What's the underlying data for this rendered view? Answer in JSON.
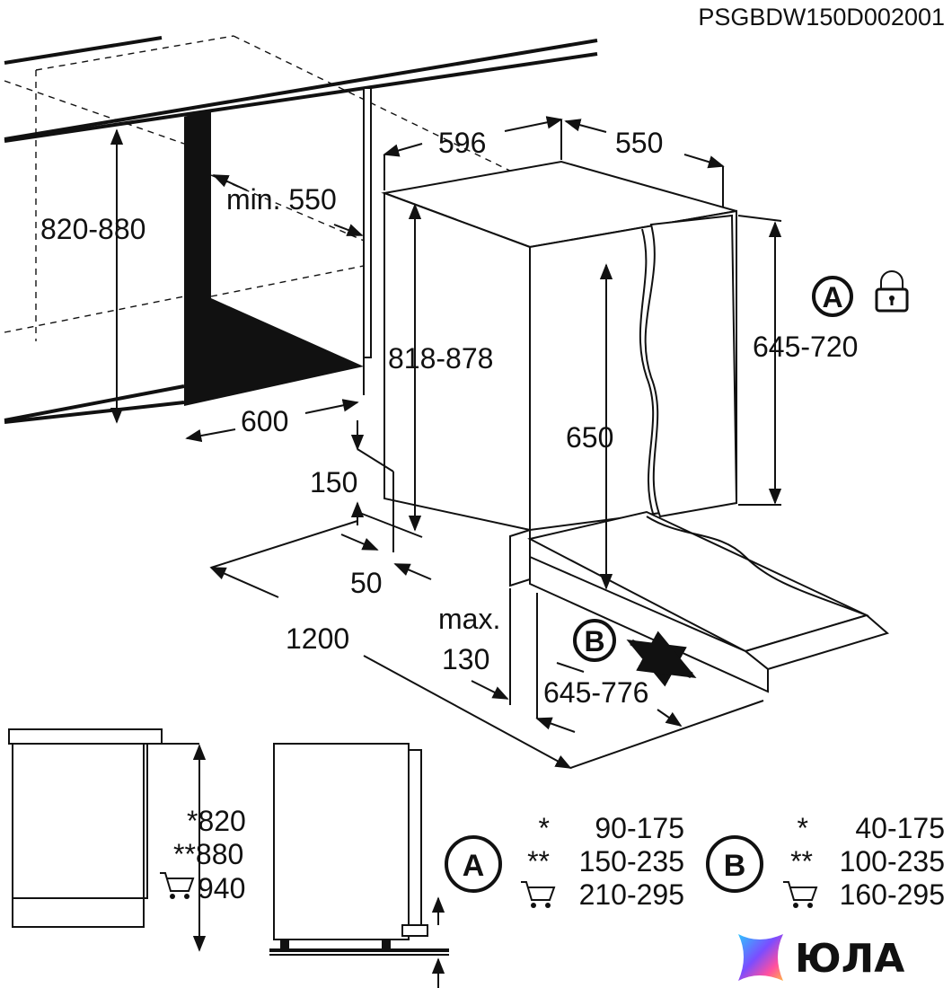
{
  "model_code": "PSGBDW150D002001",
  "niche": {
    "height": "820-880",
    "depth_min": "min. 550",
    "width": "600"
  },
  "appliance": {
    "height": "818-878",
    "width": "596",
    "depth": "550",
    "door_height": "645-720",
    "inner_height": "650",
    "plinth_height": "150",
    "plinth_gap": "50",
    "clearance": "1200",
    "offset_max_label": "max.",
    "offset_max_value": "130",
    "door_travel": "645-776"
  },
  "markers": {
    "a_letter": "A",
    "b_letter": "B"
  },
  "icons": [
    "lock-icon",
    "cart-icon"
  ],
  "side_view": {
    "heights": [
      "*820",
      "**880",
      "940"
    ]
  },
  "table_a": {
    "letter": "A",
    "rows": [
      {
        "mark": "*",
        "value": "90-175"
      },
      {
        "mark": "**",
        "value": "150-235"
      },
      {
        "mark": "",
        "value": "210-295"
      }
    ]
  },
  "table_b": {
    "letter": "B",
    "rows": [
      {
        "mark": "*",
        "value": "40-175"
      },
      {
        "mark": "**",
        "value": "100-235"
      },
      {
        "mark": "",
        "value": "160-295"
      }
    ]
  },
  "brand": {
    "name": "ЮЛА",
    "colors": [
      "#ff4fa0",
      "#7b4dff",
      "#2ec4ff",
      "#ffb347"
    ]
  }
}
